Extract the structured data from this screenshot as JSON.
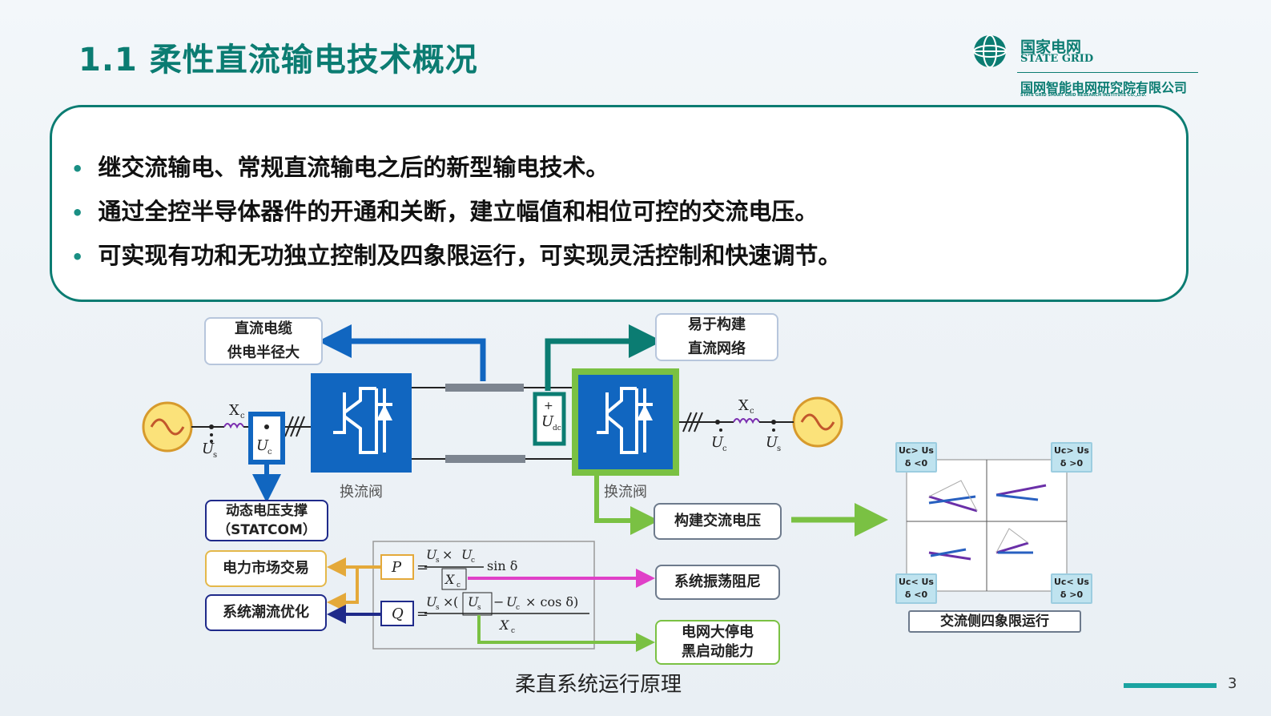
{
  "header": {
    "title": "1.1 柔性直流输电技术概况",
    "logo_name": "国家电网",
    "logo_en": "STATE GRID",
    "logo_institute": "国网智能电网研究院有限公司",
    "logo_institute_en": "STATE GRID SMART GRID RESEARCH INSTITUTE CO.,LTD."
  },
  "bullets": [
    "继交流输电、常规直流输电之后的新型输电技术。",
    "通过全控半导体器件的开通和关断，建立幅值和相位可控的交流电压。",
    "可实现有功和无功独立控制及四象限运行，可实现灵活控制和快速调节。"
  ],
  "diagram": {
    "label_cable": [
      "直流电缆",
      "供电半径大"
    ],
    "label_network": [
      "易于构建",
      "直流网络"
    ],
    "valve_left": "换流阀",
    "valve_right": "换流阀",
    "label_statcom": [
      "动态电压支撑",
      "（STATCOM）"
    ],
    "label_build_ac": "构建交流电压",
    "label_market": "电力市场交易",
    "label_flow": "系统潮流优化",
    "label_damping": "系统振荡阻尼",
    "label_blackstart": [
      "电网大停电",
      "黑启动能力"
    ],
    "label_quadrant": "交流侧四象限运行",
    "quad_tl": [
      "Uc> Us",
      "δ <0"
    ],
    "quad_tr": [
      "Uc> Us",
      "δ >0"
    ],
    "quad_bl": [
      "Uc< Us",
      "δ <0"
    ],
    "quad_br": [
      "Uc< Us",
      "δ >0"
    ],
    "colors": {
      "teal": "#0b7c72",
      "blue": "#1166c0",
      "green": "#7ac143",
      "gold": "#e4a93a",
      "navy": "#1f2a8a",
      "magenta": "#e040c8"
    }
  },
  "caption": "柔直系统运行原理",
  "page_number": "3"
}
